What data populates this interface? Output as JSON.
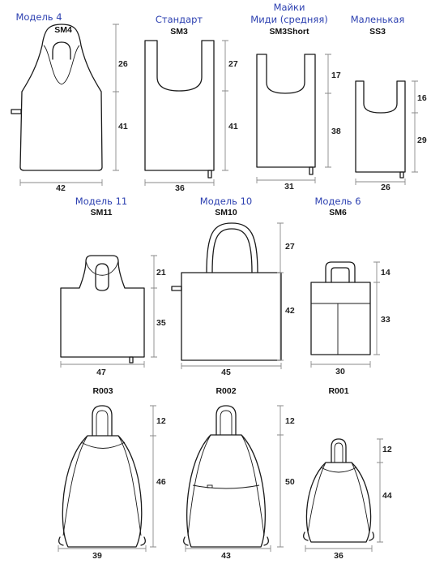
{
  "products": {
    "sm4": {
      "title": "Модель 4",
      "code": "SM4",
      "height_top": "26",
      "height_body": "41",
      "width": "42"
    },
    "sm3": {
      "title": "Стандарт",
      "code": "SM3",
      "height_top": "27",
      "height_body": "41",
      "width": "36"
    },
    "sm3short": {
      "title_line1": "Майки",
      "title_line2": "Миди (средняя)",
      "code": "SM3Short",
      "height_top": "17",
      "height_body": "38",
      "width": "31"
    },
    "ss3": {
      "title": "Маленькая",
      "code": "SS3",
      "height_top": "16",
      "height_body": "29",
      "width": "26"
    },
    "sm11": {
      "title": "Модель 11",
      "code": "SM11",
      "height_top": "21",
      "height_body": "35",
      "width": "47"
    },
    "sm10": {
      "title": "Модель 10",
      "code": "SM10",
      "height_top": "27",
      "height_body": "42",
      "width": "45"
    },
    "sm6": {
      "title": "Модель 6",
      "code": "SM6",
      "height_top": "14",
      "height_body": "33",
      "width": "30"
    },
    "r003": {
      "code": "R003",
      "height_top": "12",
      "height_body": "46",
      "width": "39"
    },
    "r002": {
      "code": "R002",
      "height_top": "12",
      "height_body": "50",
      "width": "43"
    },
    "r001": {
      "code": "R001",
      "height_top": "12",
      "height_body": "44",
      "width": "36"
    }
  }
}
